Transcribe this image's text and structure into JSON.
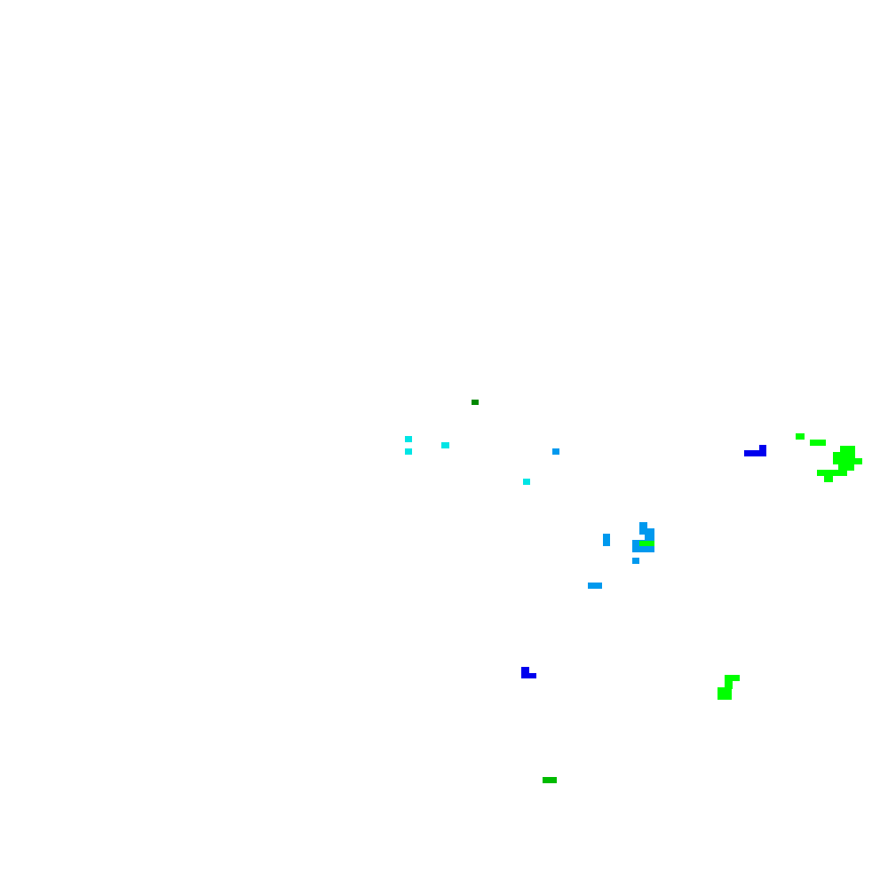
{
  "palette": {
    "background": "#ffffff",
    "dark_green": "#008800",
    "medium_green": "#00bb00",
    "bright_green": "#00ff00",
    "cyan": "#00e5e5",
    "sky_blue": "#0099ee",
    "blue": "#0000ee"
  },
  "clusters": [
    {
      "name": "dark-green-speck",
      "color": "dark_green"
    },
    {
      "name": "cyan-specks",
      "color": "cyan"
    },
    {
      "name": "sky-blue-cluster",
      "color": "sky_blue"
    },
    {
      "name": "blue-upper-mark",
      "color": "blue"
    },
    {
      "name": "bright-green-upper-cluster",
      "color": "bright_green"
    },
    {
      "name": "bright-green-center-streak",
      "color": "bright_green"
    },
    {
      "name": "blue-lower-mark",
      "color": "blue"
    },
    {
      "name": "bright-green-lower-cluster",
      "color": "bright_green"
    },
    {
      "name": "medium-green-lower-streak",
      "color": "medium_green"
    }
  ]
}
